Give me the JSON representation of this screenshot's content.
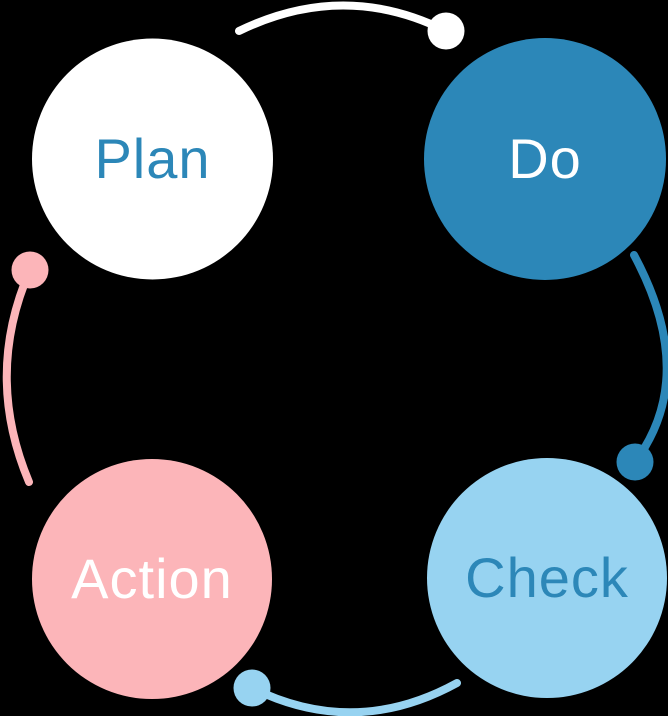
{
  "diagram": {
    "type": "cycle",
    "direction": "clockwise",
    "background_color": "#000000",
    "steps": [
      {
        "id": "plan",
        "label": "Plan",
        "fill": "#FFFFFF",
        "text_color": "#2C87B8",
        "connector_color": "#FFFFFF",
        "connects_to": "do"
      },
      {
        "id": "do",
        "label": "Do",
        "fill": "#2C87B8",
        "text_color": "#FFFFFF",
        "connector_color": "#2C87B8",
        "connects_to": "check"
      },
      {
        "id": "check",
        "label": "Check",
        "fill": "#97D3F1",
        "text_color": "#2C87B8",
        "connector_color": "#97D3F1",
        "connects_to": "action"
      },
      {
        "id": "action",
        "label": "Action",
        "fill": "#FCB5B9",
        "text_color": "#FFFFFF",
        "connector_color": "#FCB5B9",
        "connects_to": "plan"
      }
    ]
  }
}
